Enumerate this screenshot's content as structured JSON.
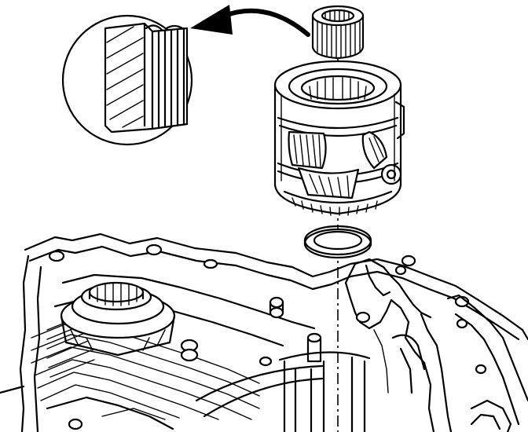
{
  "figure": {
    "type": "technical-line-drawing",
    "background_color": "#ffffff",
    "line_color": "#000000",
    "parts": [
      {
        "id": "output-gear",
        "icon": "gear-icon"
      },
      {
        "id": "differential-carrier",
        "icon": "carrier-icon"
      },
      {
        "id": "thrust-washer",
        "icon": "washer-icon"
      },
      {
        "id": "transmission-case",
        "icon": "case-icon"
      },
      {
        "id": "detail-inset",
        "icon": "magnify-icon"
      },
      {
        "id": "direction-arrow",
        "icon": "arrow-icon"
      },
      {
        "id": "alignment-centerline",
        "icon": "centerline-icon"
      }
    ]
  }
}
